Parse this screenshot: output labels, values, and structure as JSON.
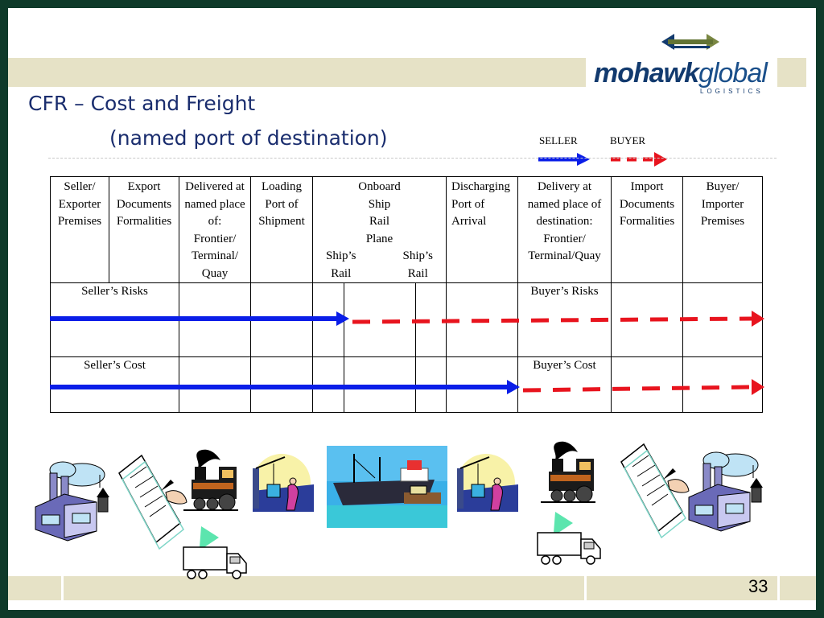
{
  "slide": {
    "title_line1": "CFR – Cost and Freight",
    "title_line2": "(named port of destination)",
    "page_number": "33"
  },
  "logo": {
    "word_bold": "mohawk",
    "word_light": "global",
    "subtitle": "LOGISTICS",
    "icon": "double-arrow-icon"
  },
  "legend": {
    "seller": "SELLER",
    "buyer": "BUYER",
    "seller_color": "#0a1ee8",
    "buyer_color": "#e8141e"
  },
  "table": {
    "headers": {
      "seller_premises": [
        "Seller/",
        "Exporter",
        "Premises"
      ],
      "export_docs": [
        "Export",
        "Documents",
        "Formalities"
      ],
      "delivered_at": [
        "Delivered at",
        "named place",
        "of:",
        "Frontier/",
        "Terminal/",
        "Quay"
      ],
      "loading_port": [
        "Loading",
        "Port of",
        "Shipment"
      ],
      "onboard": [
        "Onboard",
        "Ship",
        "Rail",
        "Plane"
      ],
      "onboard_left": [
        "Ship’s",
        "Rail"
      ],
      "onboard_right": [
        "Ship’s",
        "Rail"
      ],
      "discharging": [
        "Discharging",
        "Port of",
        "Arrival"
      ],
      "delivery_at": [
        "Delivery at",
        "named place of",
        "destination:",
        "Frontier/",
        "Terminal/Quay"
      ],
      "import_docs": [
        "Import",
        "Documents",
        "Formalities"
      ],
      "buyer_premises": [
        "Buyer/",
        "Importer",
        "Premises"
      ]
    },
    "seller_risks": "Seller’s Risks",
    "buyer_risks": "Buyer’s Risks",
    "seller_cost": "Seller’s Cost",
    "buyer_cost": "Buyer’s Cost"
  },
  "clipart": {
    "left": [
      "factory-icon",
      "document-signing-icon",
      "train-icon",
      "truck-icon",
      "crane-port-icon"
    ],
    "center": "cargo-ship-icon",
    "right": [
      "crane-port-icon",
      "train-icon",
      "truck-icon",
      "document-signing-icon",
      "factory-icon"
    ]
  }
}
